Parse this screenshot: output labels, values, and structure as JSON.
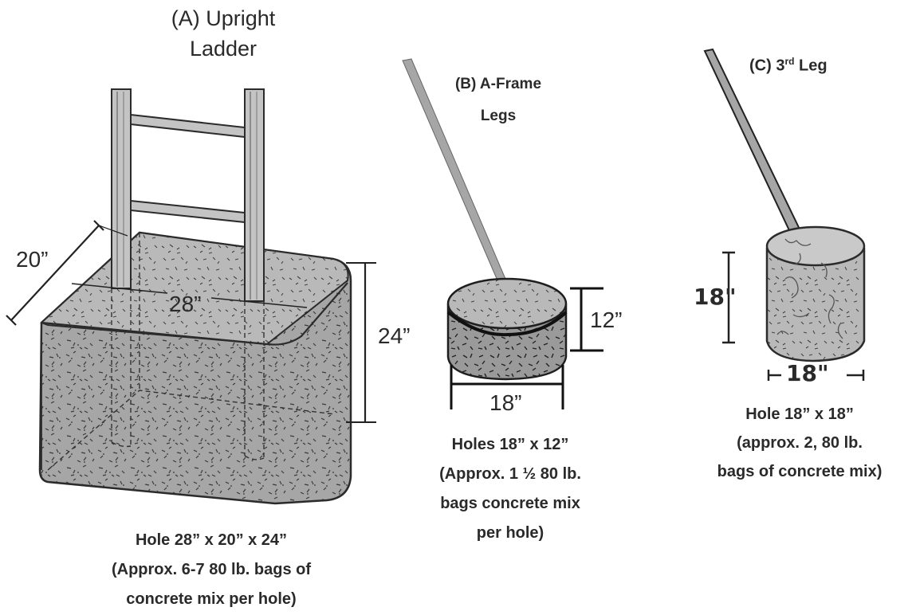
{
  "panel_a": {
    "title_line1": "(A)  Upright",
    "title_line2": "Ladder",
    "dim_depth": "20”",
    "dim_width": "28”",
    "dim_height": "24”",
    "caption_line1": "Hole 28” x 20” x 24”",
    "caption_line2": "(Approx. 6-7 80 lb. bags of",
    "caption_line3": "concrete mix per hole)"
  },
  "panel_b": {
    "title_line1": "(B) A-Frame",
    "title_line2": "Legs",
    "dim_height": "12”",
    "dim_width": "18”",
    "caption_line1": "Holes 18” x 12”",
    "caption_line2": "(Approx. 1 ½ 80 lb.",
    "caption_line3": "bags concrete mix",
    "caption_line4": "per hole)"
  },
  "panel_c": {
    "title_prefix": "(C) 3",
    "title_sup": "rd",
    "title_suffix": " Leg",
    "dim_height": "18\"",
    "dim_width": "18\"",
    "caption_line1": "Hole 18” x 18”",
    "caption_line2": "(approx. 2, 80 lb.",
    "caption_line3": "bags of concrete mix)"
  },
  "colors": {
    "concrete_fill": "#a3a3a3",
    "concrete_top": "#b5b5b5",
    "outline": "#2b2b2b",
    "leg_gray": "#9a9a9a"
  }
}
